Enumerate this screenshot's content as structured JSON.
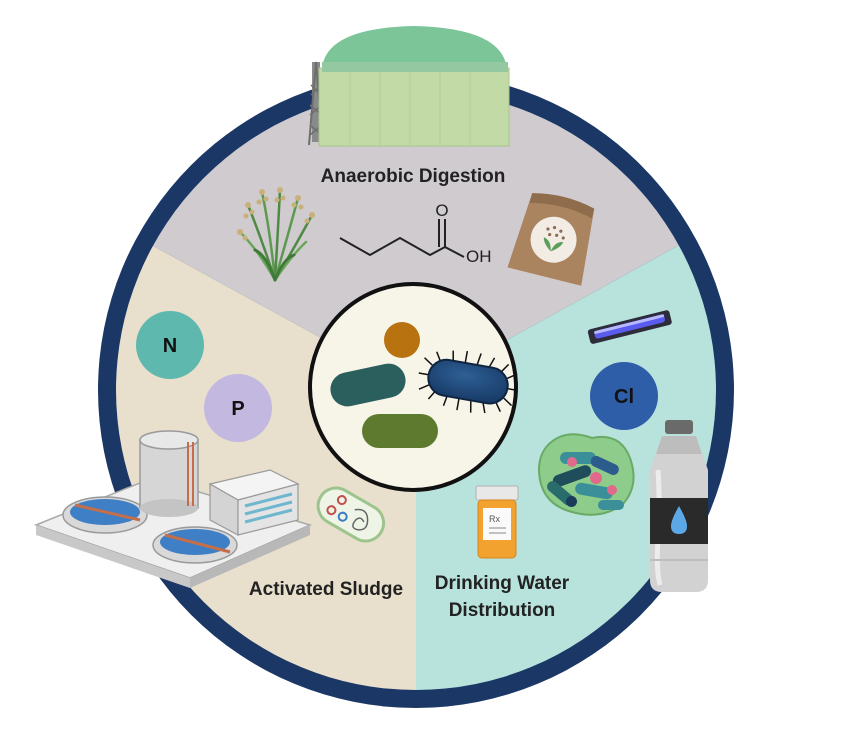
{
  "sectors": {
    "anaerobic_digestion": "Anaerobic Digestion",
    "activated_sludge": "Activated Sludge",
    "drinking_water_line1": "Drinking Water",
    "drinking_water_line2": "Distribution"
  },
  "nutrients": {
    "nitrogen": "N",
    "phosphorus": "P",
    "chlorine": "Cl"
  },
  "molecule": {
    "oxygen": "O",
    "hydroxyl": "OH"
  },
  "prescription_symbol": "Rx",
  "colors": {
    "ring": "#1b3766",
    "anaerobic_fill": "#cfcbcf",
    "sludge_fill": "#e8e0cc",
    "drinking_fill": "#b8e3dd",
    "nitrogen": "#5fb8ae",
    "phosphorus": "#c2b8e0",
    "chlorine": "#2f5ea8"
  }
}
